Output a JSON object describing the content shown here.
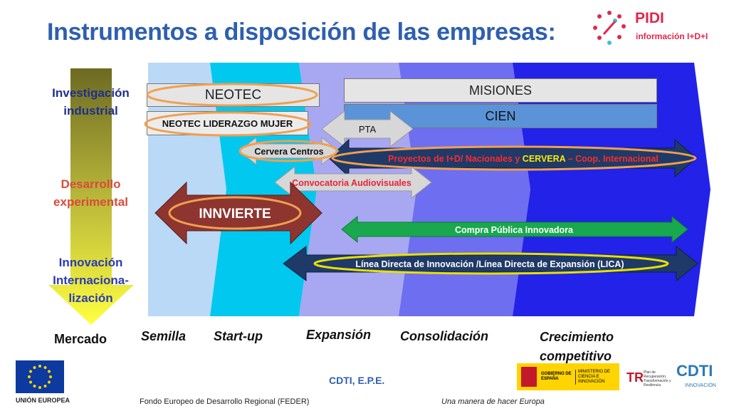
{
  "title": "Instrumentos a disposición de las empresas:",
  "logo": {
    "name": "PIDI",
    "subtitle": "información I+D+I"
  },
  "rows": {
    "investigacion": [
      "Investigación",
      "industrial"
    ],
    "desarrollo": [
      "Desarrollo",
      "experimental"
    ],
    "innovacion": [
      "Innovación",
      "Internaciona-",
      "lización"
    ]
  },
  "stages": [
    "Mercado",
    "Semilla",
    "Start-up",
    "Expansión",
    "Consolidación",
    "Crecimiento competitivo"
  ],
  "instruments": {
    "neotec": "NEOTEC",
    "neotec_liderazgo": "NEOTEC LIDERAZGO MUJER",
    "misiones": "MISIONES",
    "cien": "CIEN",
    "pta": "PTA",
    "cervera_centros": "Cervera Centros",
    "proyectos_prefix": "Proyectos de I+D/ Nacionales y ",
    "proyectos_cervera": "CERVERA",
    "proyectos_suffix": " –  Coop. Internacional",
    "convocatoria": "Convocatoria Audiovisuales",
    "innvierte": "INNVIERTE",
    "compra_publica": "Compra Pública Innovadora",
    "lica": "Línea Directa de Innovación /Línea Directa de Expansión (LICA)"
  },
  "footer": {
    "eu": "UNIÓN EUROPEA",
    "feder": "Fondo Europeo de Desarrollo Regional (FEDER)",
    "cdti": "CDTI, E.P.E.",
    "motto": "Una manera de hacer Europa",
    "gobierno": "GOBIERNO DE ESPAÑA",
    "ministerio": "MINISTERIO DE CIENCIA E INNOVACIÓN",
    "plan": "Plan de Recuperación, Transformación y Resiliencia",
    "cdti_logo": "CDTI",
    "cdti_logo_sub": "INNOVACIÓN"
  },
  "colors": {
    "title": "#2e5fb0",
    "investigacion": "#1f2f8c",
    "desarrollo": "#d94b3b",
    "innovacion": "#2a3ab8",
    "accent_pidi": "#e2264d",
    "ellipse": "#f0a050"
  }
}
